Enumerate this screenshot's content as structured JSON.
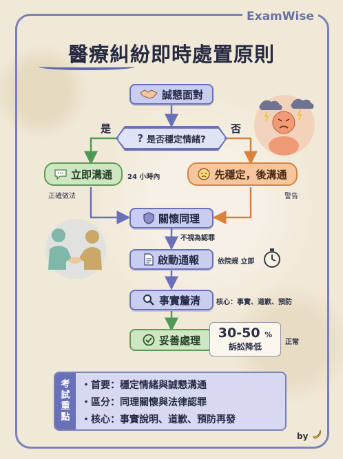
{
  "brand": "ExamWise",
  "title": "醫療糾紛即時處置原則",
  "nodes": {
    "start": "誠懇面對",
    "decision": "是否穩定情緒?",
    "yes_branch": "立即溝通",
    "no_branch": "先穩定，後溝通",
    "empathy": "關懷同理",
    "report": "啟動通報",
    "facts": "事實釐清",
    "resolve": "妥善處理"
  },
  "labels": {
    "yes": "是",
    "no": "否",
    "within_24h": "24 小時內",
    "correct_practice": "正確做法",
    "warning": "警告",
    "not_admission": "不視為認罪",
    "per_rules": "依院規 立即",
    "core": "核心：事實、道歉、預防",
    "normal": "正常"
  },
  "stat": {
    "value": "30-50",
    "unit": "%",
    "caption": "訴訟降低"
  },
  "summary": {
    "tag": [
      "考",
      "試",
      "重",
      "點"
    ],
    "items": [
      "首要：穩定情緒與誠懇溝通",
      "區分：同理關懷與法律認罪",
      "核心：事實說明、道歉、預防再發"
    ]
  },
  "credit": "by",
  "colors": {
    "frame": "#7b80b8",
    "node_blue": "#c9cdf0",
    "node_green": "#cfe6c2",
    "node_orange": "#f6c79e",
    "arrow_blue": "#6a70b8",
    "arrow_green": "#4e9a55",
    "arrow_orange": "#d9823e"
  },
  "icons": {
    "start": "handshake-icon",
    "decision": "question-icon",
    "yes_branch": "speech-bubble-icon",
    "no_branch": "worried-face-icon",
    "empathy": "shield-icon",
    "report": "document-icon",
    "facts": "magnifier-icon",
    "resolve": "check-circle-icon",
    "timer": "stopwatch-icon",
    "credit": "banana-icon"
  }
}
